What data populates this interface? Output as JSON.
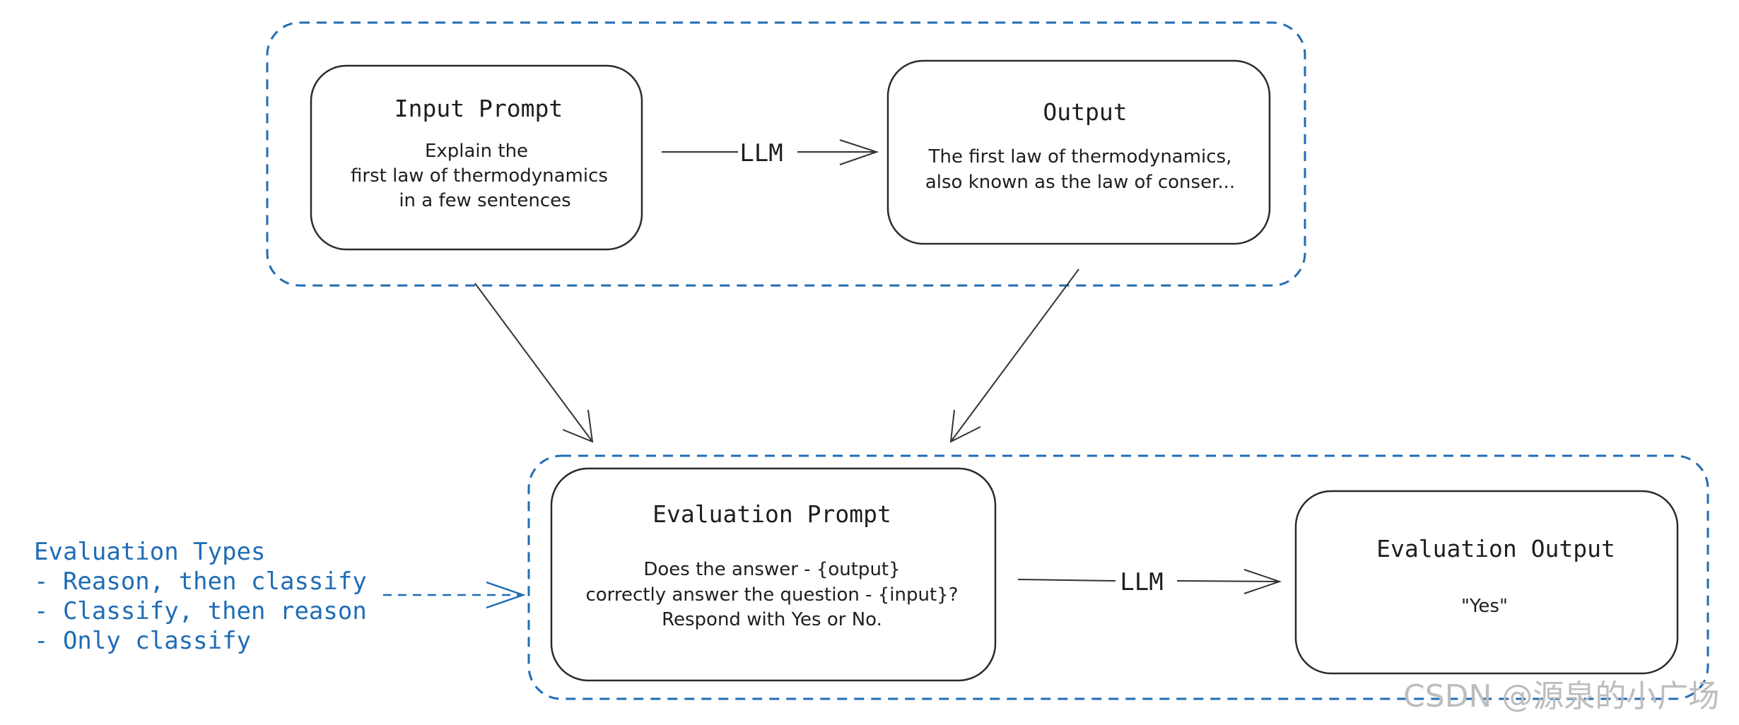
{
  "colors": {
    "group_border": "#1f6cb5",
    "box_border": "#2b2b2b",
    "arrow": "#333333",
    "types_text": "#1f6cb5",
    "watermark": "#bdbdbd"
  },
  "groups": {
    "generation": {},
    "evaluation": {}
  },
  "input_prompt": {
    "title": "Input Prompt",
    "lines": [
      "Explain the",
      "first law of thermodynamics",
      "in a few sentences"
    ]
  },
  "output": {
    "title": "Output",
    "lines": [
      "The first law of thermodynamics,",
      "also known as the law of conser..."
    ]
  },
  "evaluation_prompt": {
    "title": "Evaluation Prompt",
    "lines": [
      "Does the answer - {output}",
      "correctly answer the question - {input}?",
      "Respond with Yes or No."
    ]
  },
  "evaluation_output": {
    "title": "Evaluation Output",
    "lines": [
      "\"Yes\""
    ]
  },
  "connectors": {
    "top_llm": "LLM",
    "bottom_llm": "LLM"
  },
  "evaluation_types": {
    "heading": "Evaluation Types",
    "items": [
      "- Reason, then classify",
      "- Classify, then reason",
      "- Only classify"
    ]
  },
  "watermark": "CSDN @源泉的小广场"
}
